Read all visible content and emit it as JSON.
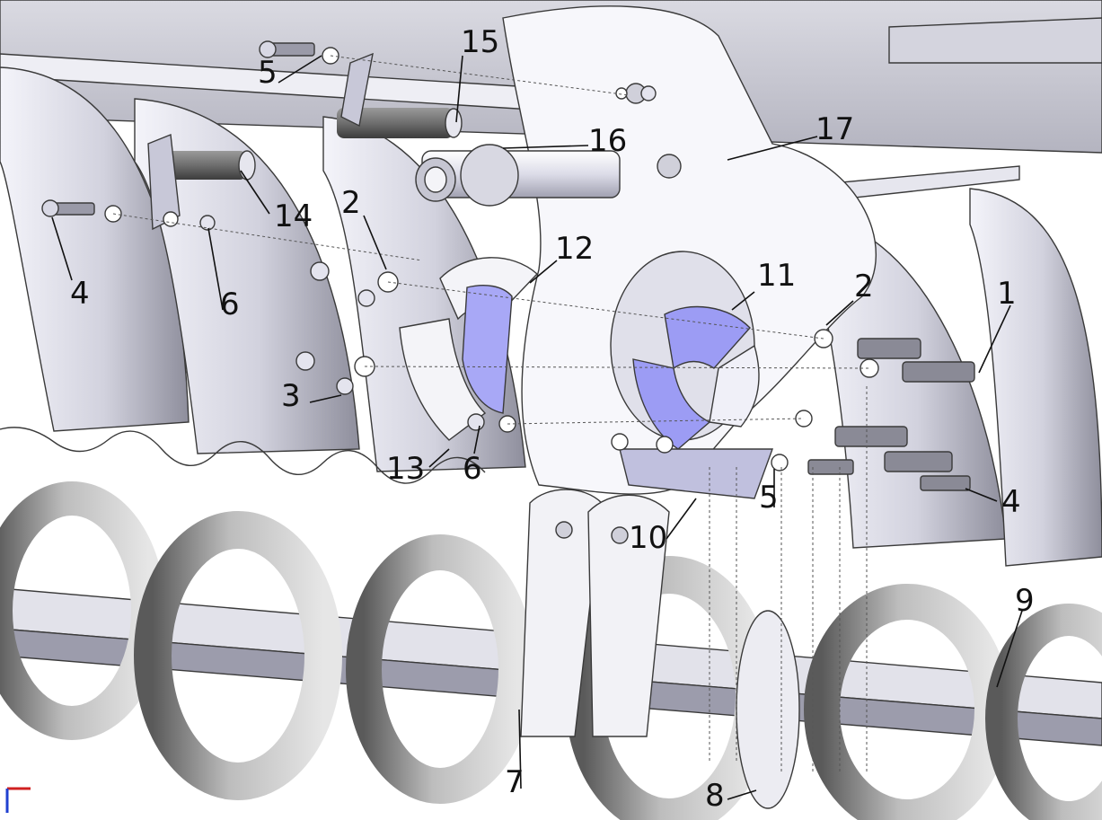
{
  "diagram": {
    "callouts": [
      {
        "id": "c1",
        "label": "1"
      },
      {
        "id": "c2a",
        "label": "2"
      },
      {
        "id": "c2b",
        "label": "2"
      },
      {
        "id": "c3",
        "label": "3"
      },
      {
        "id": "c4a",
        "label": "4"
      },
      {
        "id": "c4b",
        "label": "4"
      },
      {
        "id": "c5a",
        "label": "5"
      },
      {
        "id": "c5b",
        "label": "5"
      },
      {
        "id": "c6a",
        "label": "6"
      },
      {
        "id": "c6b",
        "label": "6"
      },
      {
        "id": "c7",
        "label": "7"
      },
      {
        "id": "c8",
        "label": "8"
      },
      {
        "id": "c9",
        "label": "9"
      },
      {
        "id": "c10",
        "label": "10"
      },
      {
        "id": "c11",
        "label": "11"
      },
      {
        "id": "c12",
        "label": "12"
      },
      {
        "id": "c13",
        "label": "13"
      },
      {
        "id": "c14",
        "label": "14"
      },
      {
        "id": "c15",
        "label": "15"
      },
      {
        "id": "c16",
        "label": "16"
      },
      {
        "id": "c17",
        "label": "17"
      }
    ]
  },
  "colors": {
    "metal_light": "#eeeef4",
    "metal_mid": "#b8b8c6",
    "metal_dark": "#6a6a78",
    "accent_blue": "#7c7cf0",
    "line": "#111111"
  }
}
